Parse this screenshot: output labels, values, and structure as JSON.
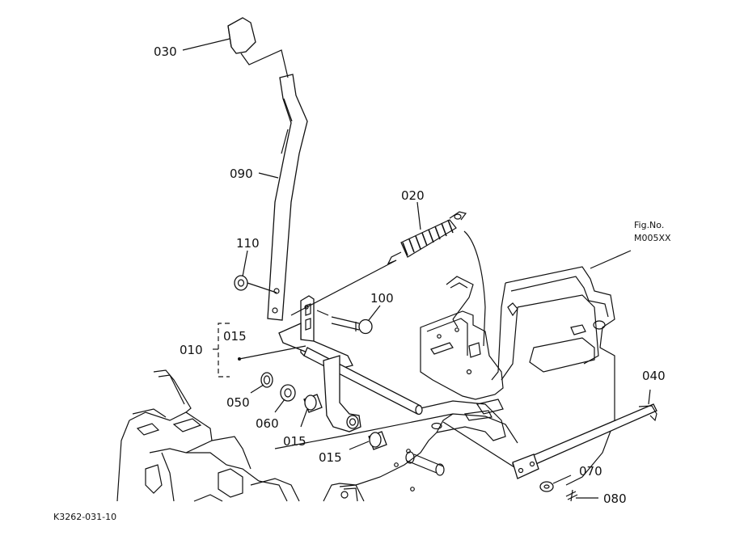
{
  "figure": {
    "fig_label": "Fig.No.",
    "fig_number": "M005XX",
    "drawing_code": "K3262-031-10"
  },
  "callouts": {
    "p030": "030",
    "p090": "090",
    "p020": "020",
    "p110": "110",
    "p100": "100",
    "p015_top": "015",
    "p010": "010",
    "p050": "050",
    "p060": "060",
    "p015_mid": "015",
    "p015_low": "015",
    "p040": "040",
    "p070": "070",
    "p080": "080"
  }
}
